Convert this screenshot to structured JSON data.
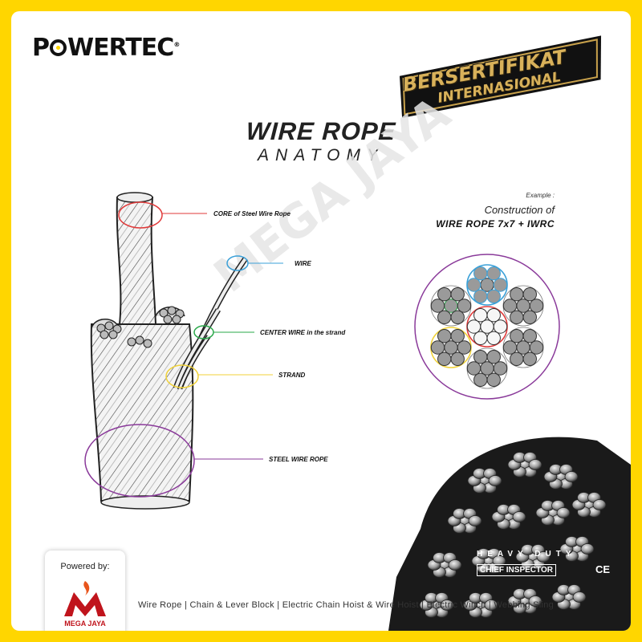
{
  "brand": {
    "logo_text_left": "P",
    "logo_text_right": "WERTEC",
    "registered_mark": "®"
  },
  "badge": {
    "line1": "BERSERTIFIKAT",
    "line2": "INTERNASIONAL"
  },
  "title": {
    "main": "WIRE ROPE",
    "sub": "ANATOMY"
  },
  "labels": {
    "core": "CORE of Steel Wire Rope",
    "wire": "WIRE",
    "center_wire": "CENTER WIRE in the strand",
    "strand": "STRAND",
    "steel_wire_rope": "STEEL WIRE ROPE"
  },
  "example": {
    "small": "Example :",
    "line1": "Construction of",
    "line2": "WIRE ROPE 7x7 + IWRC"
  },
  "watermark": "MEGA JAYA",
  "powered": {
    "label": "Powered by:",
    "company": "MEGA JAYA"
  },
  "footer": "Wire Rope | Chain & Lever Block | Electric Chain Hoist & Wire Hoist | Electric Winch | Webbing Sling",
  "product_stamp": {
    "heavy_duty": "HEAVY DUTY",
    "chief_inspector": "CHIEF INSPECTOR",
    "ce": "CE"
  },
  "colors": {
    "frame": "#ffd600",
    "core_marker": "#e03a3a",
    "wire_marker": "#3aa0d8",
    "center_wire_marker": "#2aa84a",
    "strand_marker": "#f0d23a",
    "rope_marker": "#8a3a9a",
    "brand_red": "#c0141c"
  }
}
